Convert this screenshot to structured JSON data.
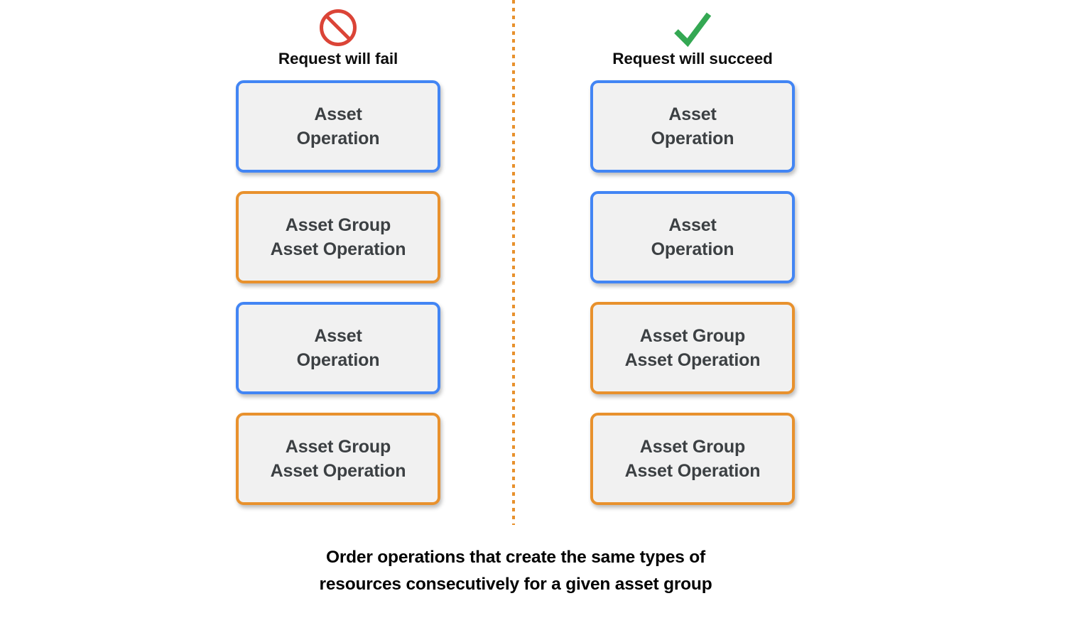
{
  "diagram": {
    "background_color": "#ffffff",
    "divider": {
      "style": "dotted-vertical",
      "color": "#e8912d"
    },
    "colors": {
      "accent_blue": "#4285f4",
      "accent_orange": "#e8912d",
      "card_fill": "#f1f1f1",
      "card_text": "#3c4043",
      "fail_icon": "#db4437",
      "success_icon": "#34a853",
      "header_text": "#0d0d0d",
      "caption_text": "#000000"
    },
    "columns": [
      {
        "id": "fail",
        "icon": "prohibition-icon",
        "icon_color": "#db4437",
        "header_label": "Request will fail",
        "cards": [
          {
            "text": "Asset\nOperation",
            "accent": "blue"
          },
          {
            "text": "Asset Group\nAsset Operation",
            "accent": "orange"
          },
          {
            "text": "Asset\nOperation",
            "accent": "blue"
          },
          {
            "text": "Asset Group\nAsset Operation",
            "accent": "orange"
          }
        ]
      },
      {
        "id": "succeed",
        "icon": "checkmark-icon",
        "icon_color": "#34a853",
        "header_label": "Request will succeed",
        "cards": [
          {
            "text": "Asset\nOperation",
            "accent": "blue"
          },
          {
            "text": "Asset\nOperation",
            "accent": "blue"
          },
          {
            "text": "Asset Group\nAsset Operation",
            "accent": "orange"
          },
          {
            "text": "Asset Group\nAsset Operation",
            "accent": "orange"
          }
        ]
      }
    ],
    "caption": {
      "line1": "Order operations that create the same types of",
      "line2": "resources consecutively for a given asset group"
    }
  }
}
